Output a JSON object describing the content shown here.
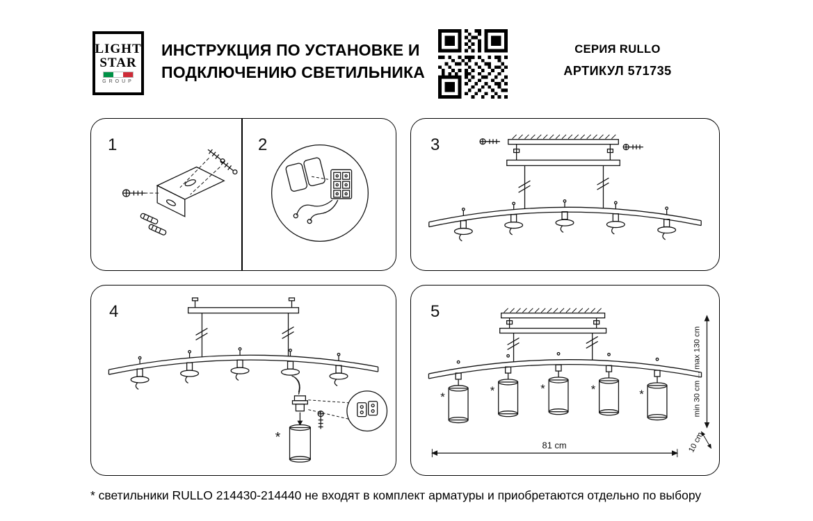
{
  "header": {
    "logo": {
      "light": "LIGHT",
      "star": "STAR",
      "group": "GROUP"
    },
    "title_line1": "ИНСТРУКЦИЯ ПО УСТАНОВКЕ И",
    "title_line2": "ПОДКЛЮЧЕНИЮ СВЕТИЛЬНИКА",
    "series": "СЕРИЯ RULLO",
    "article": "АРТИКУЛ 571735"
  },
  "icons": {
    "qr": "qr-code",
    "flag": "italian-flag",
    "flag_colors": {
      "green": "#009246",
      "white": "#ffffff",
      "red": "#ce2b37"
    },
    "ink_color": "#111111"
  },
  "steps": {
    "s1": {
      "number": "1"
    },
    "s2": {
      "number": "2"
    },
    "s3": {
      "number": "3"
    },
    "s4": {
      "number": "4",
      "asterisk": "*"
    },
    "s5": {
      "number": "5",
      "asterisk": "*",
      "width_label": "81 cm",
      "height_label": "min 30 cm ... max 130 cm",
      "offset_label": "10 cm"
    }
  },
  "footnote": "* светильники RULLO 214430-214440 не входят в комплект арматуры и приобретаются отдельно по выбору"
}
